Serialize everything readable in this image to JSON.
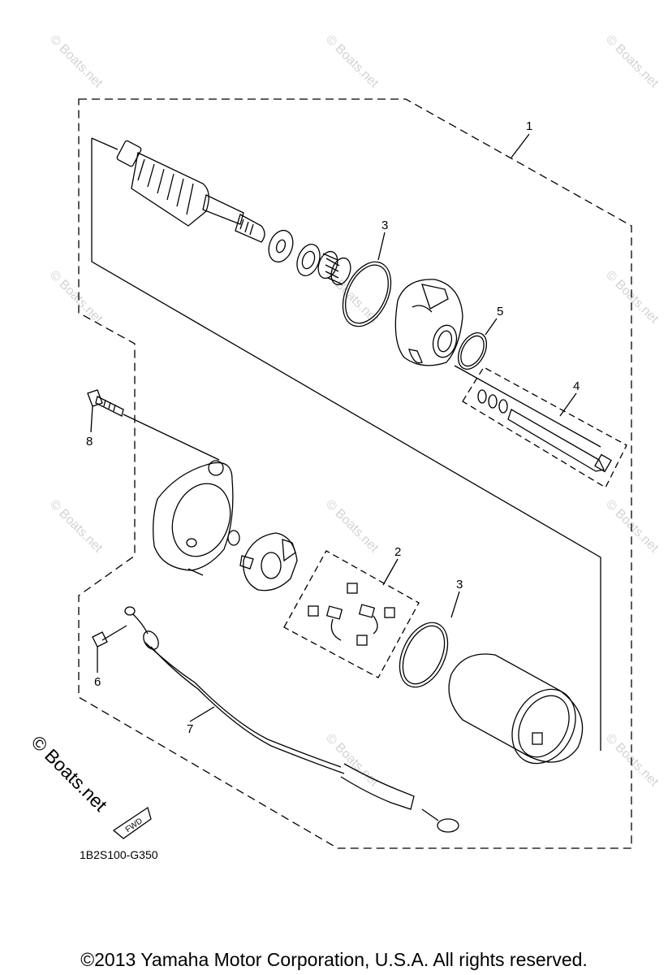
{
  "diagram": {
    "callouts": [
      "1",
      "2",
      "3",
      "3",
      "4",
      "5",
      "6",
      "7",
      "8"
    ],
    "code": "1B2S100-G350",
    "fwd_label": "FWD"
  },
  "watermark": {
    "primary": "© Boats.net",
    "faint": "© Boats.net"
  },
  "footer": {
    "copyright": "©2013 Yamaha Motor Corporation, U.S.A. All rights reserved."
  }
}
